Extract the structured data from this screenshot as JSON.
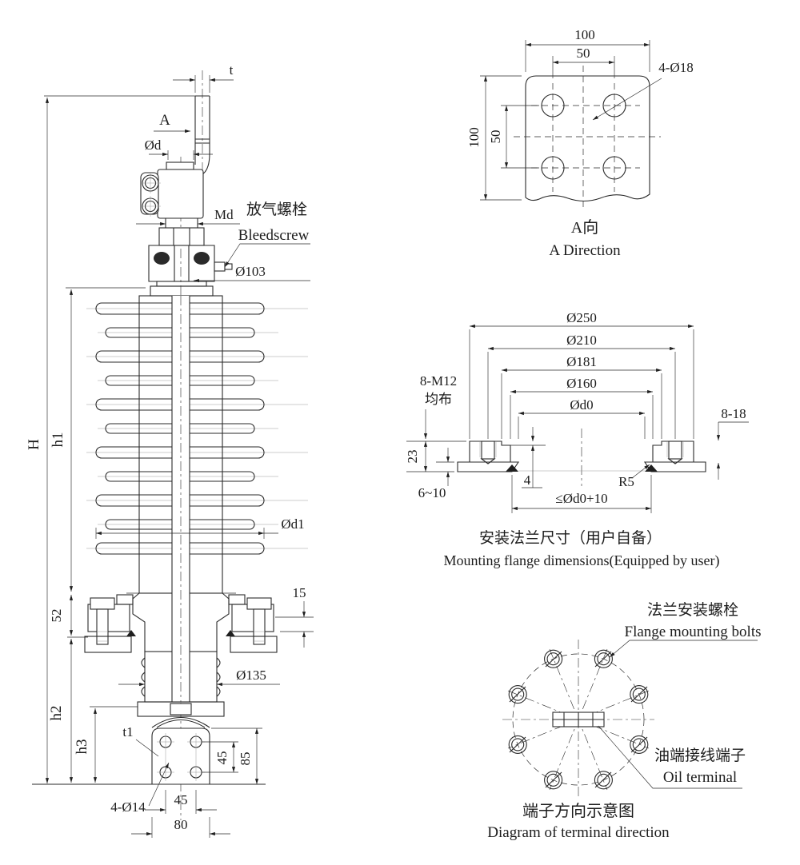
{
  "main": {
    "t": "t",
    "a": "A",
    "phi_d": "Ød",
    "md": "Md",
    "bleed_cn": "放气螺栓",
    "bleed_en": "Bleedscrew",
    "phi103": "Ø103",
    "H": "H",
    "h1": "h1",
    "phi_d1": "Ød1",
    "d52": "52",
    "d15": "15",
    "phi135": "Ø135",
    "h2": "h2",
    "h3": "h3",
    "t1": "t1",
    "d45v": "45",
    "d85": "85",
    "holes": "4-Ø14",
    "d45h": "45",
    "d80": "80"
  },
  "aview": {
    "d100t": "100",
    "d50t": "50",
    "d100l": "100",
    "d50l": "50",
    "holes": "4-Ø18",
    "cap_cn": "A向",
    "cap_en": "A Direction"
  },
  "flange": {
    "phi250": "Ø250",
    "phi210": "Ø210",
    "phi181": "Ø181",
    "phi160": "Ø160",
    "phid0": "Ød0",
    "tap1": "8-M12",
    "tap2": "均布",
    "holes": "8-18",
    "d23": "23",
    "d610": "6~10",
    "d4": "4",
    "r5": "R5",
    "bore": "≤Ød0+10",
    "cap_cn": "安装法兰尺寸（用户自备）",
    "cap_en": "Mounting flange dimensions(Equipped by user)"
  },
  "term": {
    "bolts_cn": "法兰安装螺栓",
    "bolts_en": "Flange mounting bolts",
    "oil_cn": "油端接线端子",
    "oil_en": "Oil terminal",
    "cap_cn": "端子方向示意图",
    "cap_en": "Diagram of terminal direction"
  }
}
